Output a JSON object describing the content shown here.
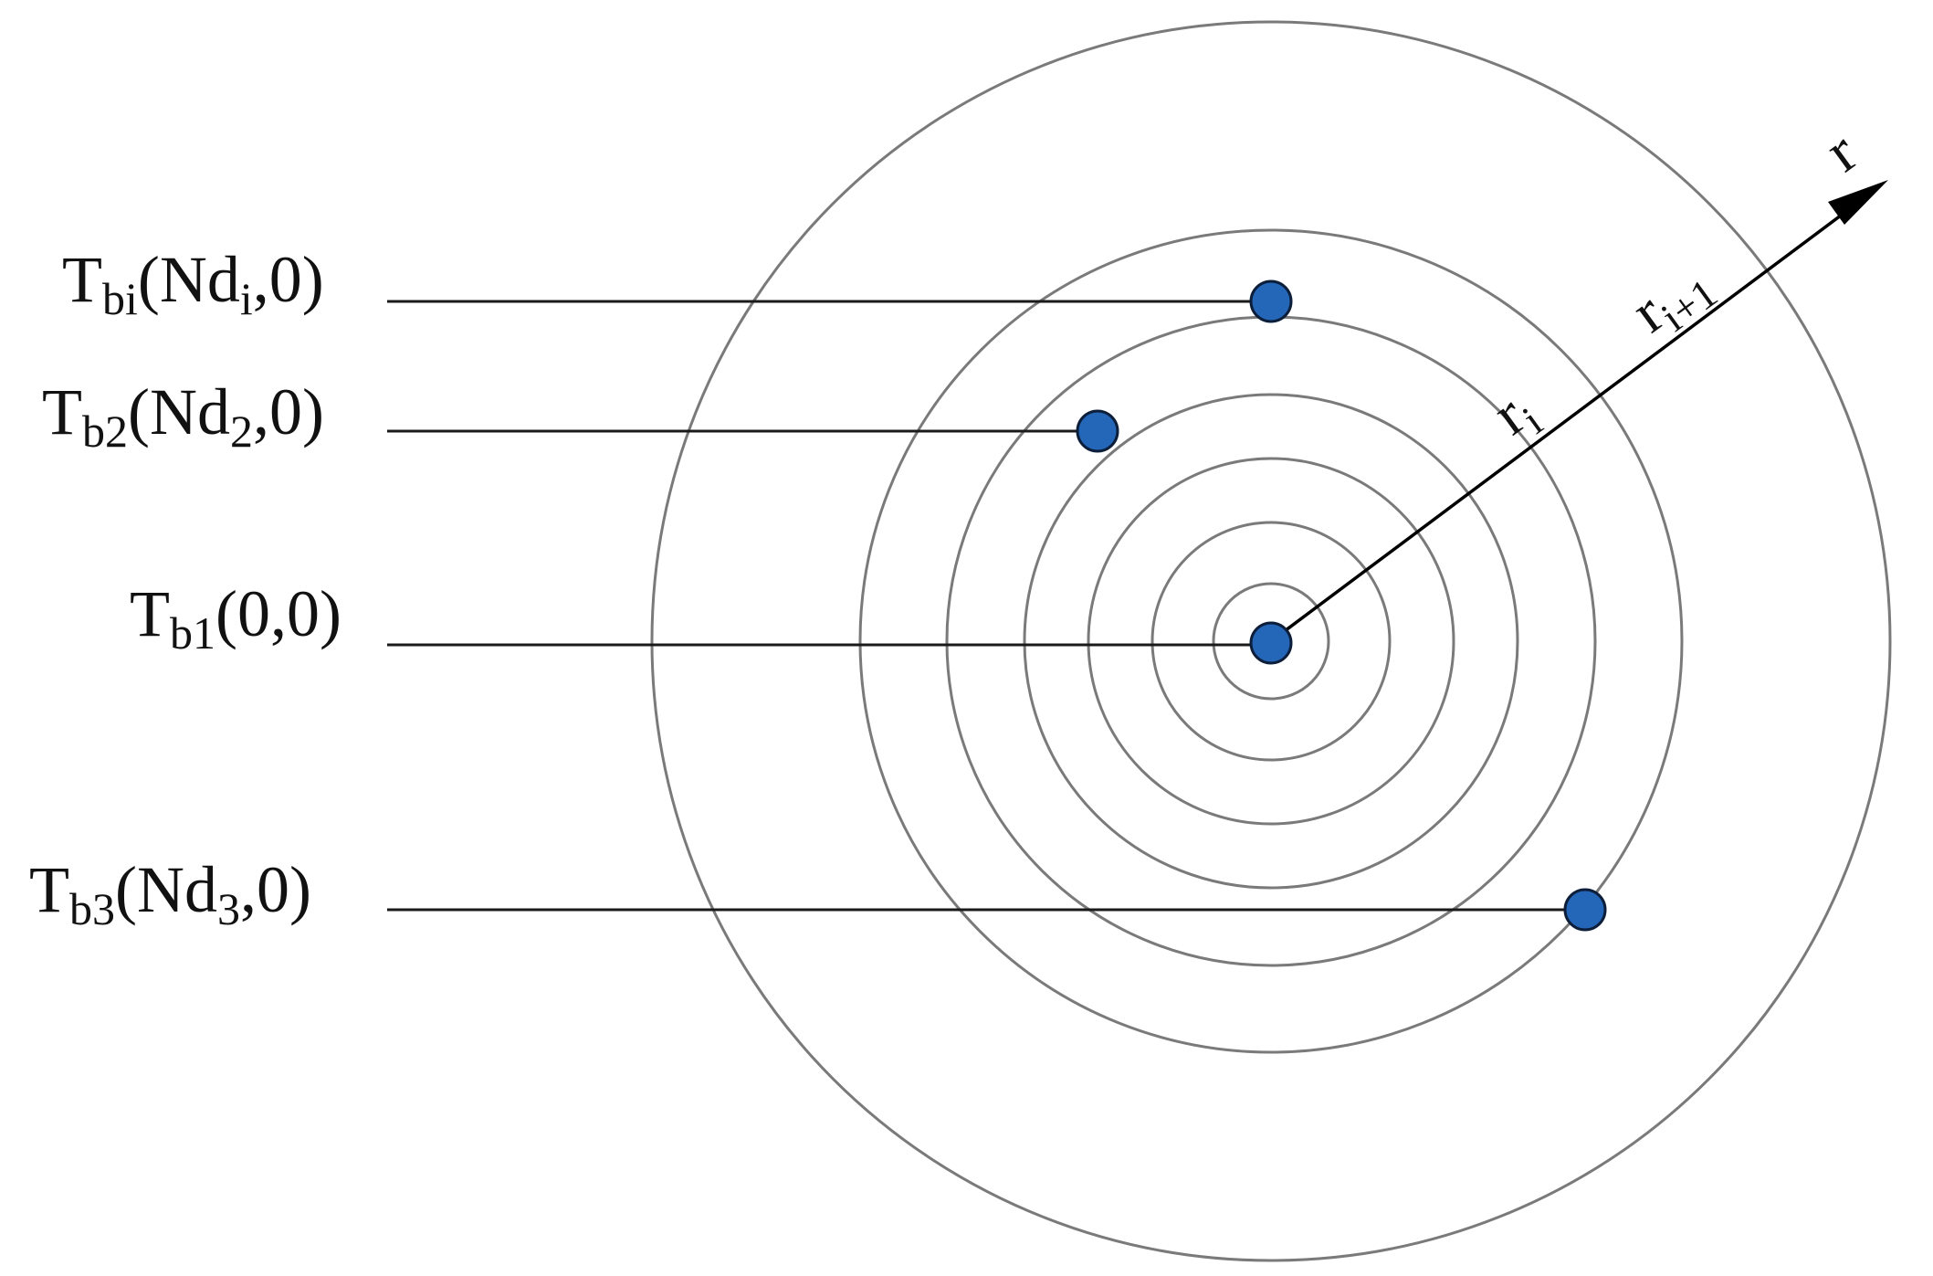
{
  "labels": {
    "tbi": {
      "main": "T",
      "sub": "bi",
      "open": "(Nd",
      "idx": "i",
      "close": ",0)"
    },
    "tb2": {
      "main": "T",
      "sub": "b2",
      "open": "(Nd",
      "idx": "2",
      "close": ",0)"
    },
    "tb1": {
      "main": "T",
      "sub": "b1",
      "open": "(0,0)"
    },
    "tb3": {
      "main": "T",
      "sub": "b3",
      "open": "(Nd",
      "idx": "3",
      "close": ",0)"
    }
  },
  "axis": {
    "name": "r",
    "ri": {
      "main": "r",
      "sub": "i"
    },
    "ri1": {
      "main": "r",
      "sub": "i+1"
    }
  },
  "colors": {
    "node_fill": "#2466b8",
    "ring_stroke": "#7a7a7a",
    "line": "#1a1a1a"
  }
}
